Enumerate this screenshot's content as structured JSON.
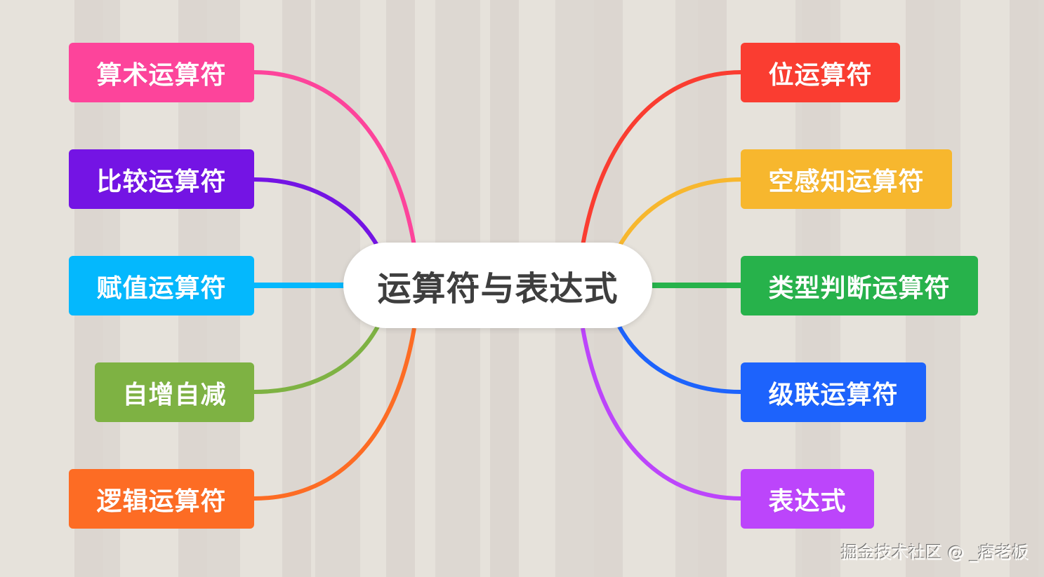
{
  "center": {
    "label": "运算符与表达式",
    "color": "#ffffff",
    "text_color": "#3e3e3e"
  },
  "left_nodes": [
    {
      "label": "算术运算符",
      "color": "#fd449b"
    },
    {
      "label": "比较运算符",
      "color": "#7414e4"
    },
    {
      "label": "赋值运算符",
      "color": "#04b8fd"
    },
    {
      "label": "自增自减",
      "color": "#7eb243"
    },
    {
      "label": "逻辑运算符",
      "color": "#fd6c24"
    }
  ],
  "right_nodes": [
    {
      "label": "位运算符",
      "color": "#fa3d31"
    },
    {
      "label": "空感知运算符",
      "color": "#f7b72e"
    },
    {
      "label": "类型判断运算符",
      "color": "#27b24b"
    },
    {
      "label": "级联运算符",
      "color": "#1d63fc"
    },
    {
      "label": "表达式",
      "color": "#bc45fb"
    }
  ],
  "watermark": "掘金技术社区 @ _痞老板"
}
